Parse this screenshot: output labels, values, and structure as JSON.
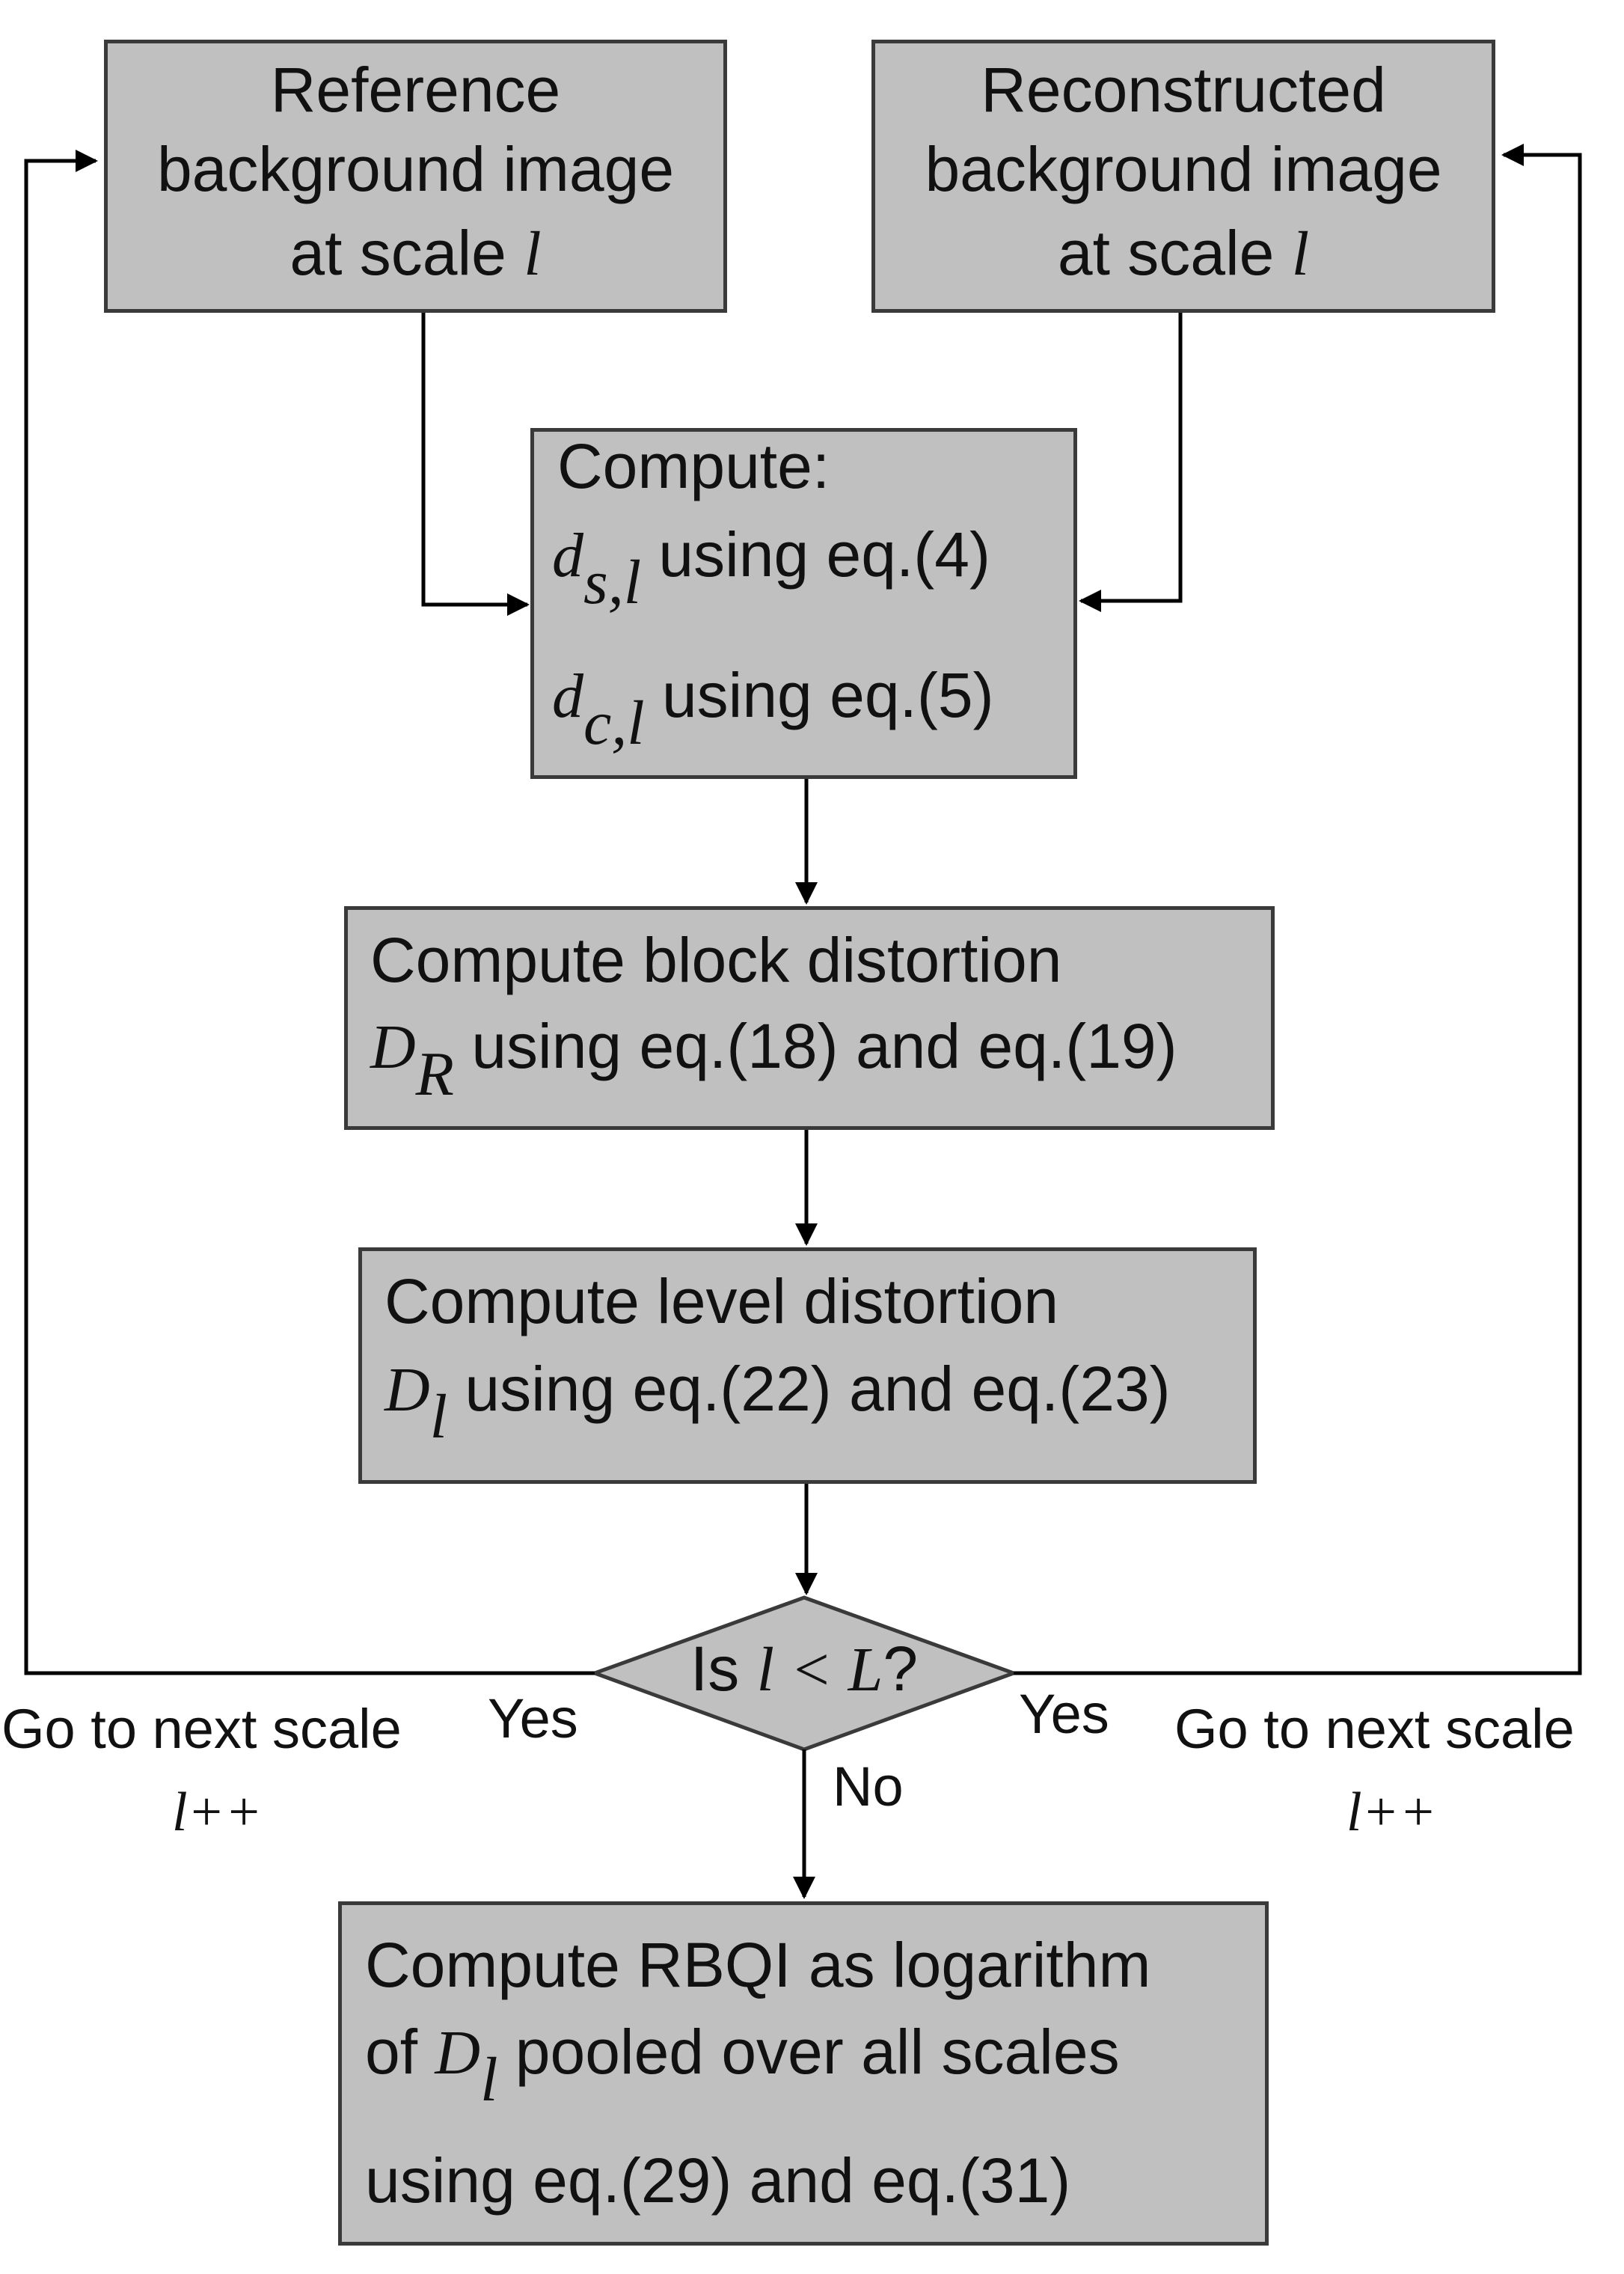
{
  "nodes": {
    "ref": {
      "line1": "Reference",
      "line2": "background image",
      "line3_prefix": "at scale ",
      "var": "l"
    },
    "recon": {
      "line1": "Reconstructed",
      "line2": "background image",
      "line3_prefix": "at scale ",
      "var": "l"
    },
    "compute1": {
      "title": "Compute:",
      "row1_var": "d",
      "row1_sub": "s,l",
      "row1_text": " using eq.(4)",
      "row2_var": "d",
      "row2_sub": "c,l",
      "row2_text": " using eq.(5)"
    },
    "block": {
      "line1": "Compute block distortion",
      "var": "D",
      "sub": "R",
      "text": " using eq.(18) and eq.(19)"
    },
    "level": {
      "line1": "Compute level distortion",
      "var": "D",
      "sub": "l",
      "text": " using eq.(22) and eq.(23)"
    },
    "decision": {
      "text_a": "Is ",
      "var_l": "l",
      "op": " < ",
      "var_L": "L",
      "text_b": "?"
    },
    "final": {
      "line1": "Compute RBQI as logarithm",
      "line2_prefix": "of ",
      "var": "D",
      "sub": "l",
      "line2_suffix": " pooled over all scales",
      "line3": "using eq.(29) and eq.(31)"
    }
  },
  "edge_labels": {
    "yes_left": "Yes",
    "yes_right": "Yes",
    "no": "No",
    "next_left": "Go to next scale",
    "next_left_var": "l++",
    "next_right": "Go to next scale",
    "next_right_var": "l++"
  },
  "colors": {
    "box_fill": "#c0c0c0",
    "box_border": "#3a3a3a",
    "line": "#000000"
  }
}
